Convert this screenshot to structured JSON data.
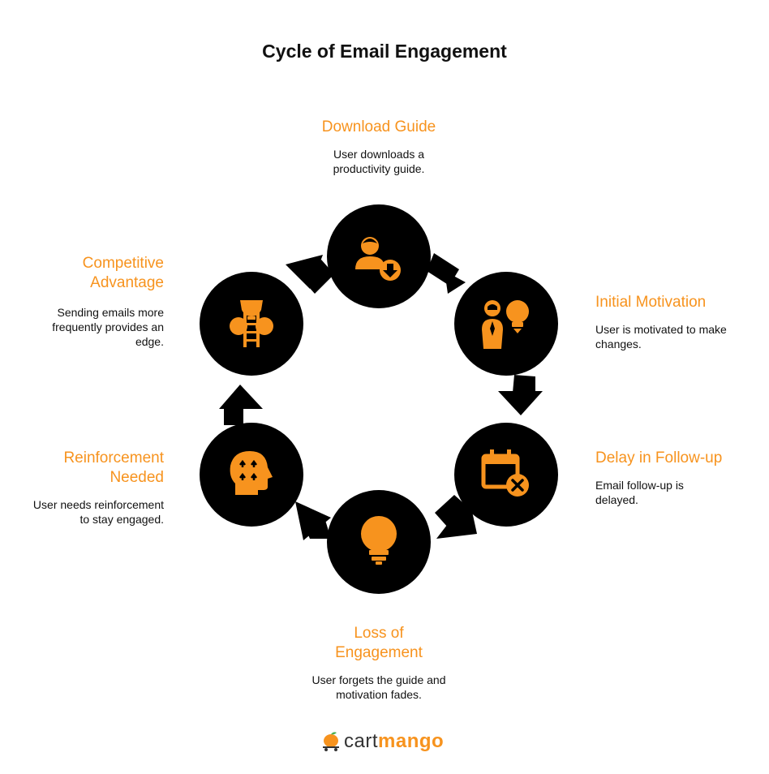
{
  "title": "Cycle of Email Engagement",
  "colors": {
    "accent": "#f7931e",
    "node": "#000000",
    "text": "#111111"
  },
  "stages": [
    {
      "id": "download-guide",
      "title_lines": [
        "Download Guide"
      ],
      "desc_lines": [
        "User downloads a",
        "productivity guide."
      ],
      "icon": "user-download-icon"
    },
    {
      "id": "initial-motivation",
      "title_lines": [
        "Initial Motivation"
      ],
      "desc_lines": [
        "User is motivated to make",
        "changes."
      ],
      "icon": "person-lightbulb-icon"
    },
    {
      "id": "delay-in-follow-up",
      "title_lines": [
        "Delay in Follow-up"
      ],
      "desc_lines": [
        "Email follow-up is",
        "delayed."
      ],
      "icon": "calendar-cancel-icon"
    },
    {
      "id": "loss-of-engagement",
      "title_lines": [
        "Loss of",
        "Engagement"
      ],
      "desc_lines": [
        "User forgets the guide and",
        "motivation fades."
      ],
      "icon": "lightbulb-icon"
    },
    {
      "id": "reinforcement-needed",
      "title_lines": [
        "Reinforcement",
        "Needed"
      ],
      "desc_lines": [
        "User needs reinforcement",
        "to stay engaged."
      ],
      "icon": "head-arrows-icon"
    },
    {
      "id": "competitive-advantage",
      "title_lines": [
        "Competitive",
        "Advantage"
      ],
      "desc_lines": [
        "Sending emails more",
        "frequently provides an",
        "edge."
      ],
      "icon": "trophy-ladder-icon"
    }
  ],
  "brand": {
    "part1": "cart",
    "part2": "mango",
    "icon": "mango-cart-icon"
  }
}
